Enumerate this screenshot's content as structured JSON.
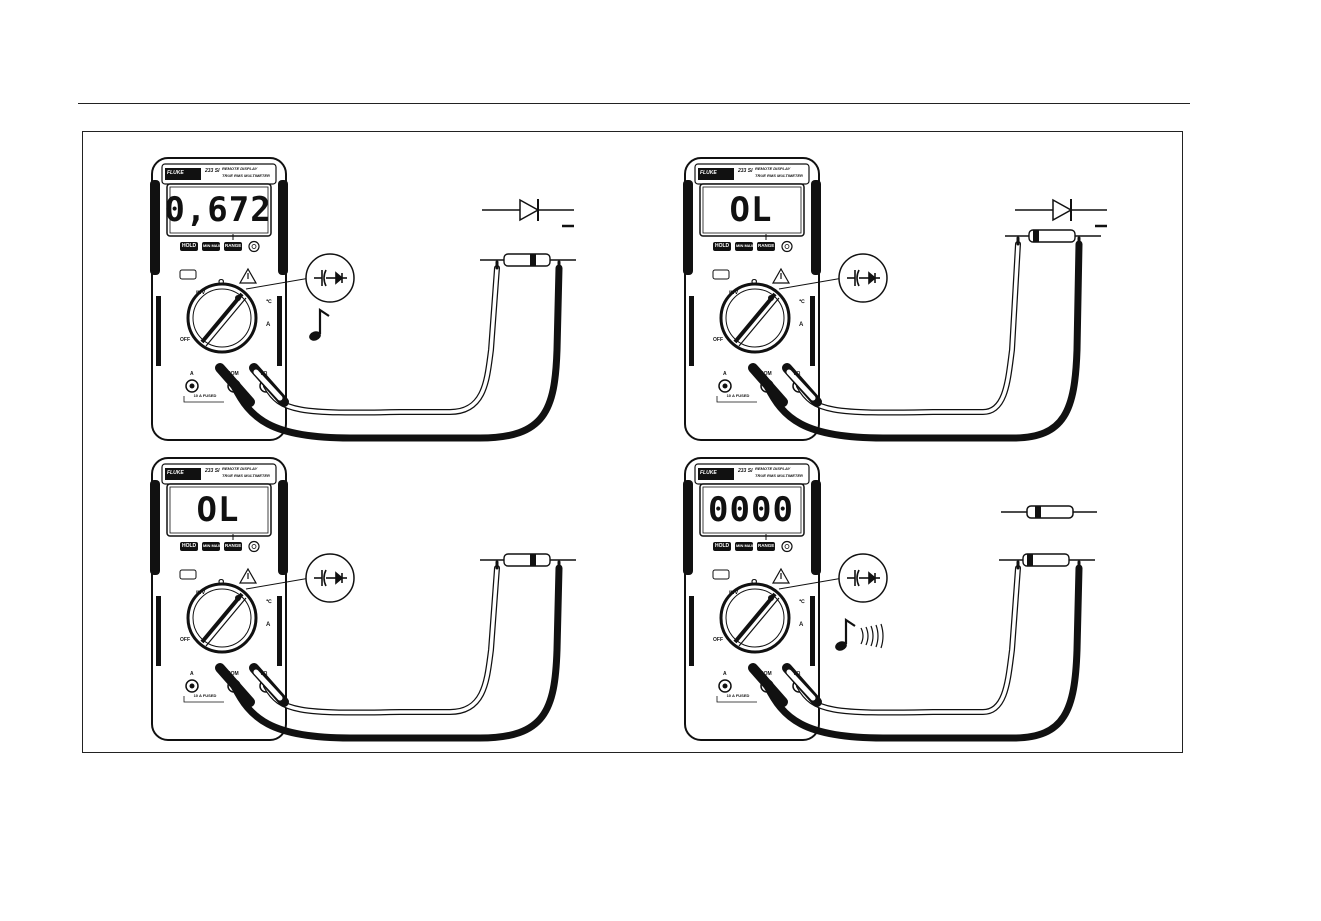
{
  "panels": [
    {
      "id": "forward-bias",
      "readout": "0,672",
      "tone": "single-note",
      "diode_symbol": true,
      "leads": "forward"
    },
    {
      "id": "reverse-bias",
      "readout": "OL",
      "tone": "none",
      "diode_symbol": true,
      "leads": "reverse"
    },
    {
      "id": "open-diode",
      "readout": "OL",
      "tone": "none",
      "diode_symbol": false,
      "leads": "forward"
    },
    {
      "id": "shorted-diode",
      "readout": "0000",
      "tone": "continuous-beep",
      "diode_symbol": false,
      "leads": "forward"
    }
  ],
  "meter": {
    "brand": "FLUKE",
    "model": "233 SI",
    "subtitle_1": "REMOTE DISPLAY",
    "subtitle_2": "TRUE RMS MULTIMETER",
    "buttons": [
      "HOLD",
      "MIN MAX",
      "RANGE"
    ],
    "dial": {
      "off": "OFF",
      "ohm": "Ω",
      "mv": "mV",
      "amp": "A",
      "temp": "℃"
    },
    "jacks": {
      "a": "A",
      "com": "COM",
      "volt_ohm": "VΩ",
      "fused": "10 A FUSED"
    }
  },
  "icons": {
    "callout": "capacitor-diode-mode-icon",
    "warning": "warning-triangle-icon",
    "note": "music-note-icon",
    "beep": "sound-waves-icon",
    "diode": "diode-symbol-icon"
  },
  "colors": {
    "ink": "#111111",
    "lead_black": "#1a1a1a",
    "lead_red_outline": "#111111",
    "background": "#ffffff"
  }
}
